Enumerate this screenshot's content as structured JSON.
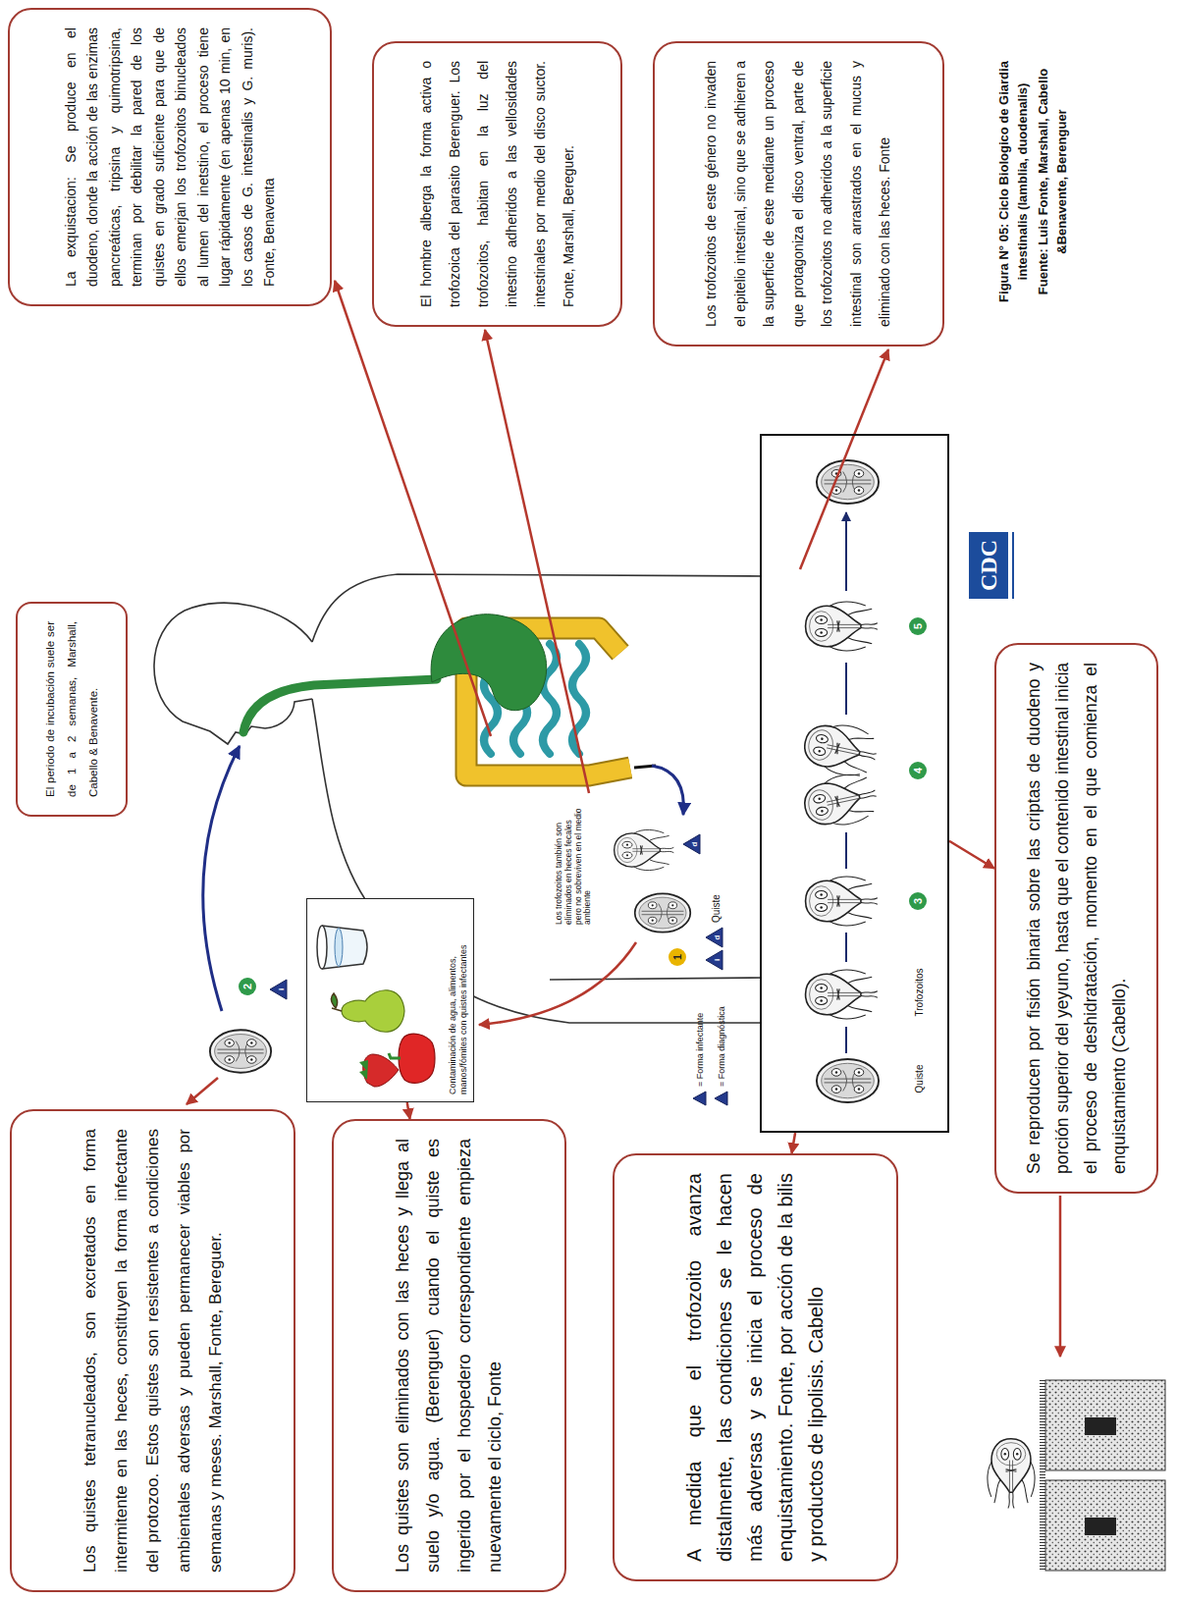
{
  "diagram": {
    "caption": "Figura N° 05: Ciclo Biologico de Giardia intestinalis (lamblia, duodenalis)",
    "nodes": [
      {
        "text": [
          "Los quistes tetranucleados, son excretados en forma intermitente en las heces, constituyen la forma infectante del protozoo. Estos quistes son resistentes a condiciones ambientales adversas y pueden permanecer viables por semanas y meses. Marshall, Fonte, Bereguer."
        ]
      },
      {
        "text": [
          "El periodo de incubación suele ser de 1 a 2 semanas, Marshall, Cabello & Benavente."
        ]
      },
      {
        "text": [
          "La exquistacion: Se produce en el duodeno, donde la acción de las enzimas pancreáticas, tripsina y quimotripsina, terminan por debilitar la pared de los quistes en grado suficiente para que de ellos emerjan los trofozoitos binucleados al lumen del inetstino, el proceso tiene lugar rápidamente (en apenas 10 min, en los casos de G. intestinalis y G. muris). Fonte, Benaventa"
        ]
      },
      {
        "text": [
          "Los quistes son eliminados con las heces y llega al suelo y/o agua. (Berenguer) cuando el quiste es ingerido por el hospedero correspondiente empieza nuevamente el ciclo, Fonte"
        ]
      },
      {
        "text": [
          "Contaminación de agua, alimentos, manos/fómites con quistes infectantes"
        ]
      },
      {
        "text": [
          "El hombre alberga la forma activa o trofozoica del parasito Berenguer. Los trofozoitos, habitan en la luz del intestino adheridos a las vellosidades intestinales por medio del disco suctor. Fonte, Marshall, Bereguer."
        ]
      },
      {
        "text": [
          "A medida que el trofozoito avanza distalmente, las condiciones se le hacen más adversas y se inicia el proceso de enquistamiento. Fonte, por acción de la bilis y productos de lipolisis. Cabello"
        ]
      },
      {
        "text": [
          "Quiste",
          "Trofozoitos"
        ]
      },
      {
        "text": [
          "Los trofozoitos de este género no invaden el epitelio intestinal, sino que se adhieren a la superficie de este mediante un proceso que protagoniza el disco ventral, parte de los trofozoitos no adheridos a la superficie intestinal son arrastrados en el mucus y eliminado con las heces. Fonte"
        ]
      },
      {
        "text": [
          "Se reproducen por fisión binaria sobre las criptas de duodeno y porción superior del yeyuno, hasta que el contenido intestinal inicia el proceso de deshidratación, momento en el que comienza el enquistamiento (Cabello)."
        ]
      }
    ],
    "edges": [
      {
        "from": 4,
        "to": 3,
        "arrow": "to"
      },
      {
        "from": 7,
        "to": 6,
        "arrow": "to"
      },
      {
        "from": 7,
        "to": 9,
        "arrow": "to"
      }
    ],
    "labels": [
      "2",
      "i",
      "Los trofozoitos también son eliminados en heces fecales pero no sobreviven en el medio ambiente",
      "1",
      "i",
      "d",
      "Quiste",
      "d",
      "3",
      "4",
      "5",
      "CDC",
      "Fuente: Luis Fonte, Marshall, Cabello &Benavente, Berenguer"
    ],
    "legend": [
      {
        "text": "= Forma infectante"
      },
      {
        "text": "= Forma diagnóstica"
      }
    ]
  }
}
